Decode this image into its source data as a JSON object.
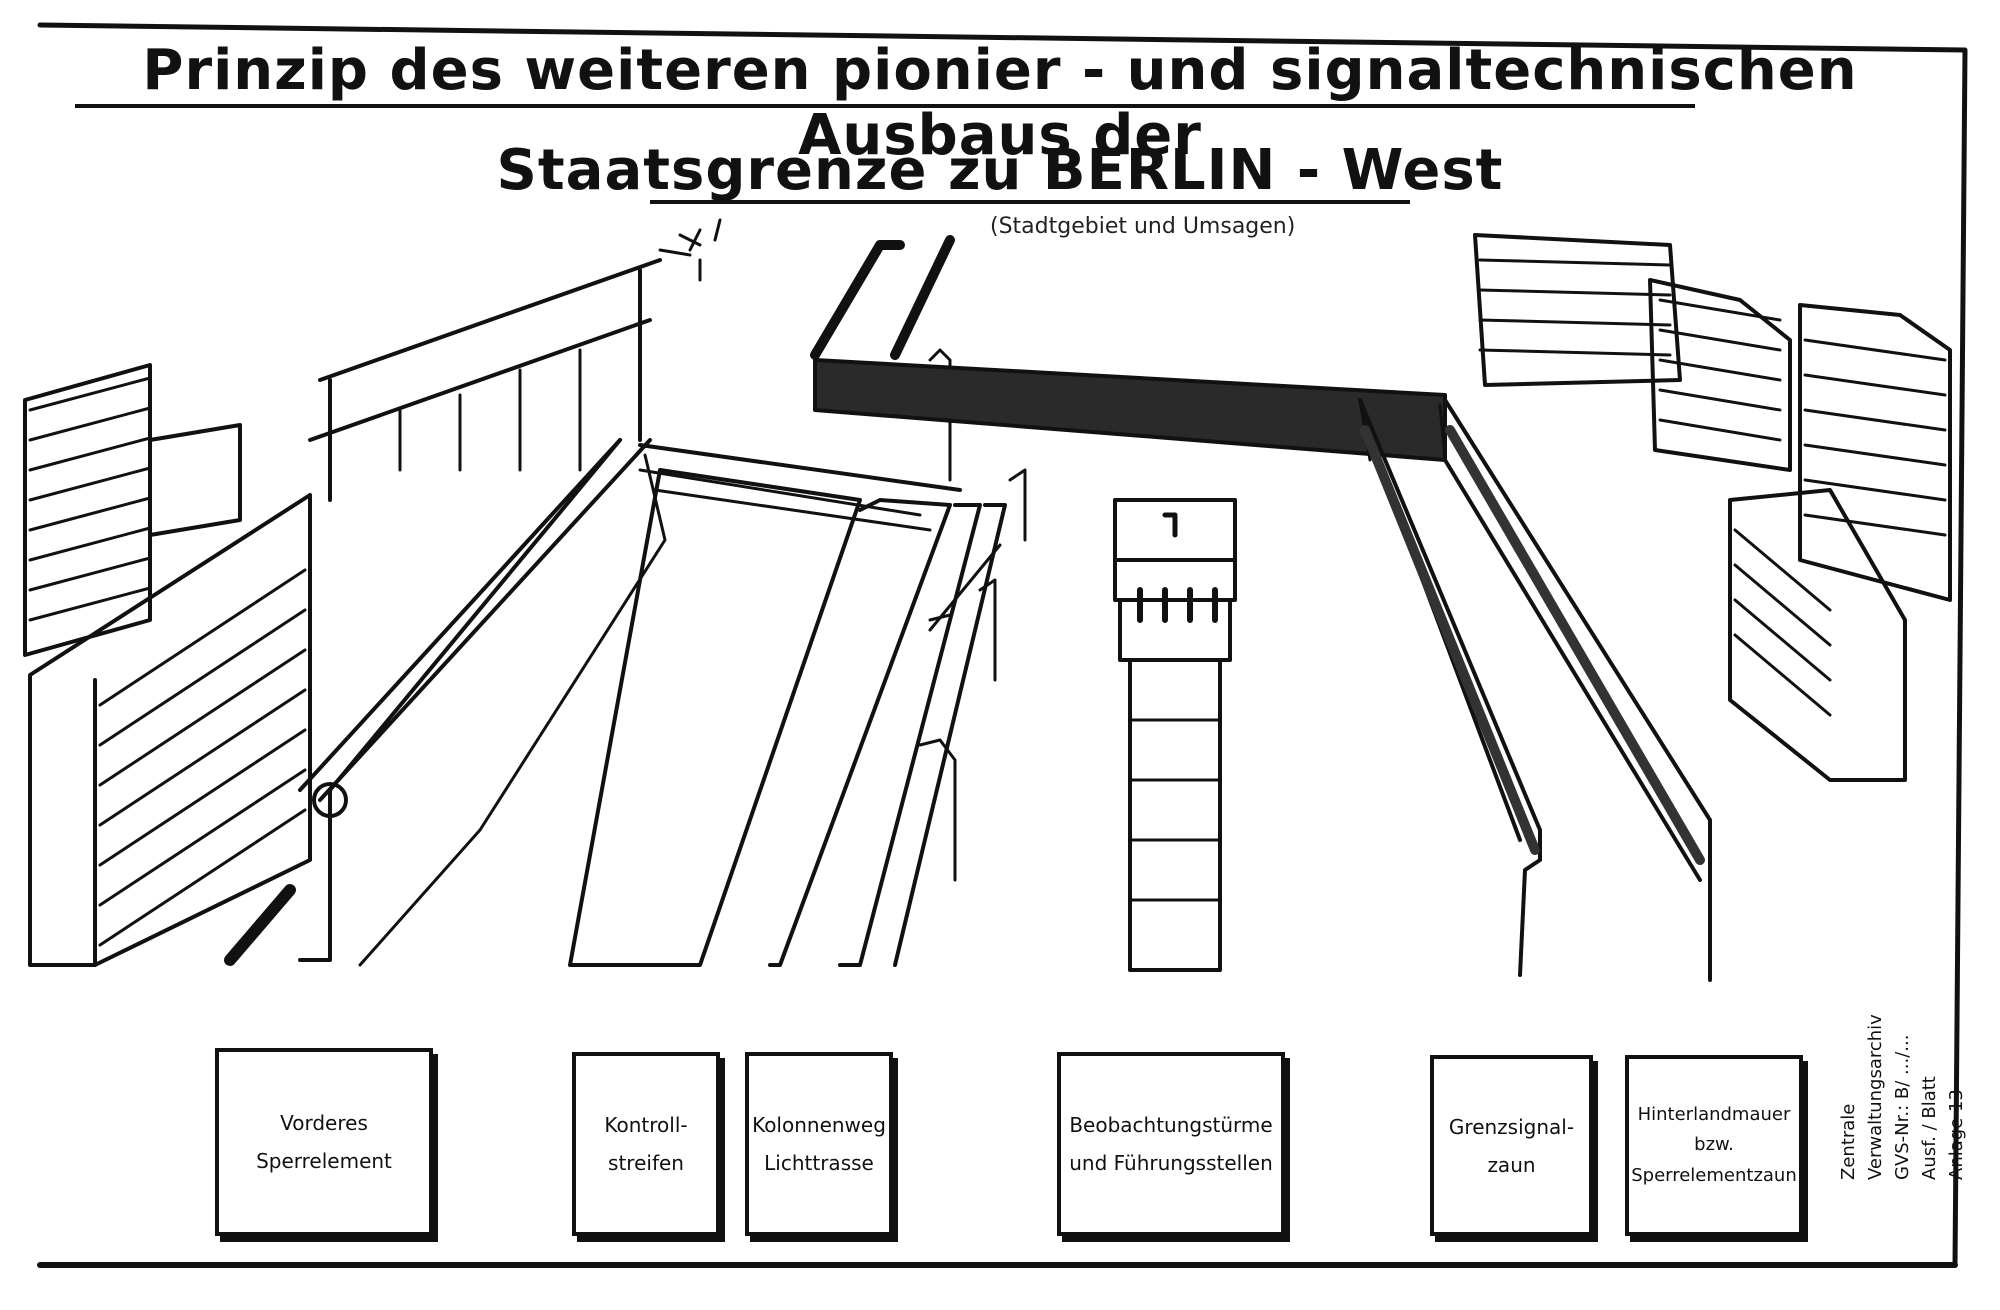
{
  "title": {
    "line1": "Prinzip des weiteren pionier - und signaltechnischen Ausbaus der",
    "line2": "Staatsgrenze zu BERLIN - West",
    "subtitle": "(Stadtgebiet und Umsagen)"
  },
  "legend": [
    {
      "line1": "Vorderes",
      "line2": "Sperrelement"
    },
    {
      "line1": "Kontroll-",
      "line2": "streifen"
    },
    {
      "line1": "Kolonnenweg",
      "line2": "Lichttrasse"
    },
    {
      "line1": "Beobachtungstürme",
      "line2": "und Führungsstellen"
    },
    {
      "line1": "Grenzsignal-",
      "line2": "zaun"
    },
    {
      "line1": "Hinterlandmauer",
      "line2": "bzw.",
      "line3": "Sperrelementzaun"
    }
  ],
  "archive_note": {
    "line1": "Zentrale Verwaltungsarchiv",
    "line2": "GVS-Nr.: B/ .../...",
    "line3": "Ausf. / Blatt",
    "line4": "Anlage 13"
  }
}
